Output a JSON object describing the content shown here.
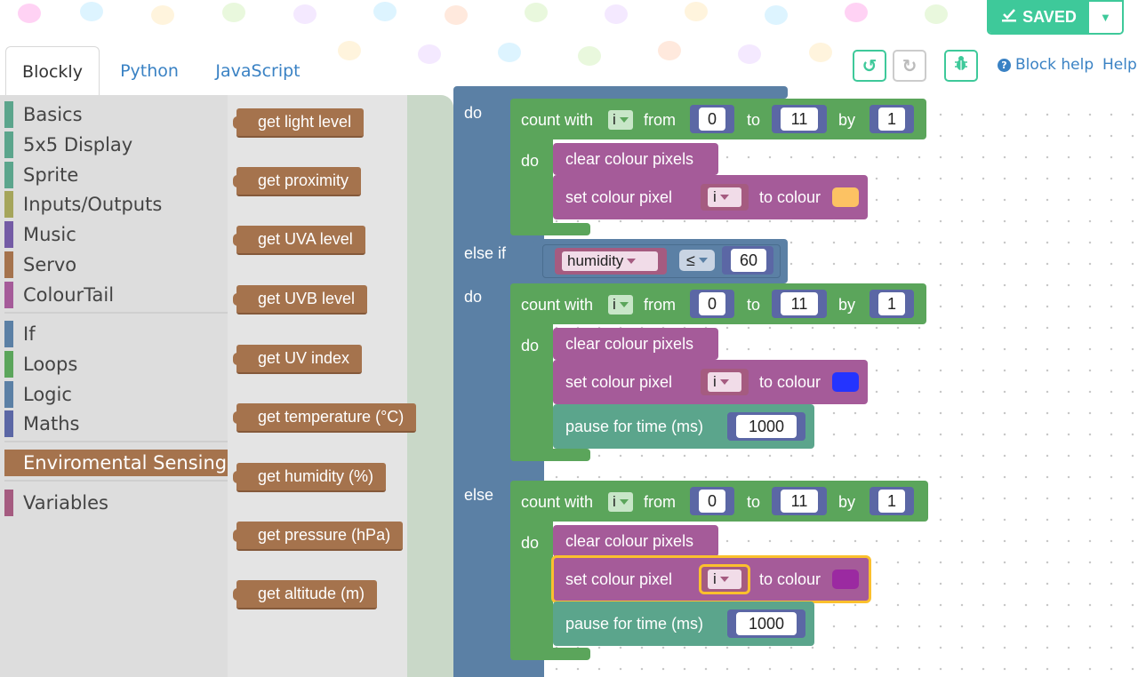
{
  "header": {
    "tabs": [
      {
        "label": "Blockly",
        "active": true
      },
      {
        "label": "Python",
        "active": false
      },
      {
        "label": "JavaScript",
        "active": false
      }
    ],
    "saved_label": "SAVED",
    "block_help_label": "Block help",
    "help_label": "Help",
    "accent_color": "#3ec99a"
  },
  "toolbox": {
    "categories": [
      {
        "label": "Basics",
        "color": "#5ba58c"
      },
      {
        "label": "5x5 Display",
        "color": "#5ba58c"
      },
      {
        "label": "Sprite",
        "color": "#5ba58c"
      },
      {
        "label": "Inputs/Outputs",
        "color": "#a5a55b"
      },
      {
        "label": "Music",
        "color": "#745ba5"
      },
      {
        "label": "Servo",
        "color": "#a5734d"
      },
      {
        "label": "ColourTail",
        "color": "#a55b99"
      },
      {
        "label": "If",
        "color": "#5b80a5"
      },
      {
        "label": "Loops",
        "color": "#5ba55b"
      },
      {
        "label": "Logic",
        "color": "#5b80a5"
      },
      {
        "label": "Maths",
        "color": "#5b67a5"
      },
      {
        "label": "Enviromental Sensing",
        "color": "#a5734d",
        "selected": true
      },
      {
        "label": "Variables",
        "color": "#a55b80"
      }
    ]
  },
  "flyout": {
    "blocks": [
      "get light level",
      "get proximity",
      "get UVA level",
      "get UVB level",
      "get UV index",
      "get temperature (°C)",
      "get humidity (%)",
      "get pressure (hPa)",
      "get altitude (m)"
    ]
  },
  "workspace": {
    "kw_do": "do",
    "kw_else_if": "else if",
    "kw_else": "else",
    "kw_count_with": "count with",
    "kw_from": "from",
    "kw_to": "to",
    "kw_by": "by",
    "loop_var": "i",
    "clear_pixels": "clear colour pixels",
    "set_pixel": "set colour pixel",
    "to_colour": "to colour",
    "pause": "pause for time (ms)",
    "condition": {
      "variable": "humidity",
      "operator": "≤",
      "value": "60"
    },
    "loops": [
      {
        "from": "0",
        "to": "11",
        "by": "1",
        "colour": "#fcc263",
        "pause": null
      },
      {
        "from": "0",
        "to": "11",
        "by": "1",
        "colour": "#2434ff",
        "pause": "1000"
      },
      {
        "from": "0",
        "to": "11",
        "by": "1",
        "colour": "#9b2aa1",
        "pause": "1000"
      }
    ]
  }
}
